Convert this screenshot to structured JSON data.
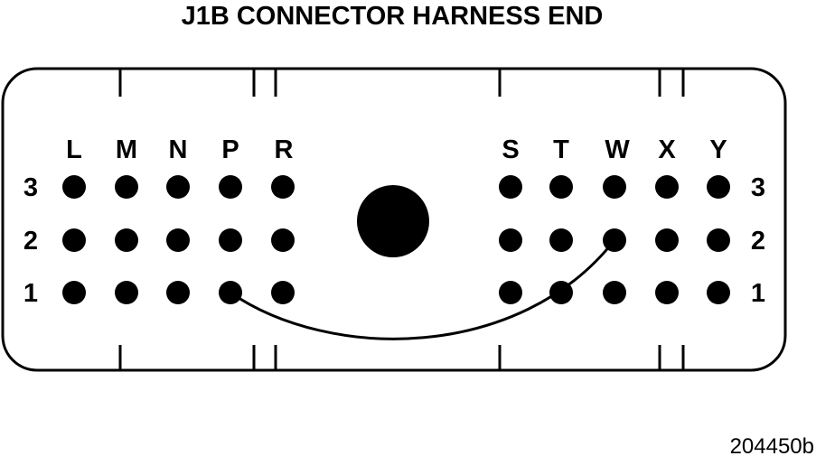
{
  "title": "J1B CONNECTOR HARNESS END",
  "figure_id": "204450b",
  "columns_left": [
    "L",
    "M",
    "N",
    "P",
    "R"
  ],
  "columns_right": [
    "S",
    "T",
    "W",
    "X",
    "Y"
  ],
  "row_labels_left": [
    "3",
    "2",
    "1"
  ],
  "row_labels_right": [
    "3",
    "2",
    "1"
  ],
  "colors": {
    "ink": "#000000",
    "background": "#ffffff"
  },
  "wire_connections": [
    {
      "from": "P1",
      "to": "T1"
    },
    {
      "from": "T1",
      "to": "W2"
    }
  ]
}
